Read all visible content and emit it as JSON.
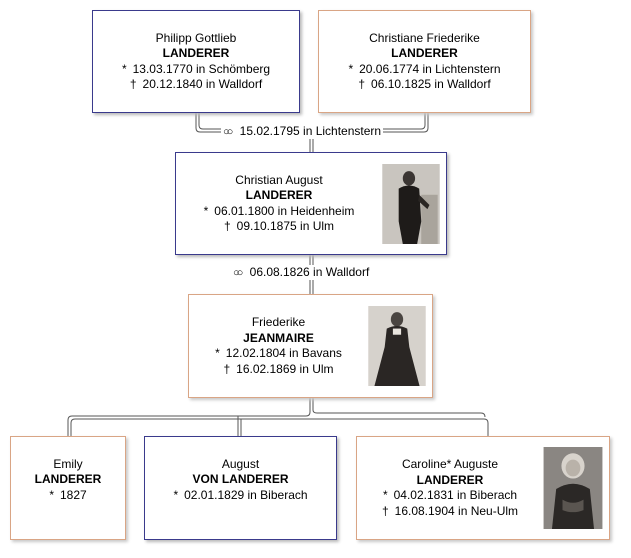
{
  "persons": {
    "philipp": {
      "given": "Philipp Gottlieb",
      "surname": "LANDERER",
      "birth": "13.03.1770 in Schömberg",
      "death": "20.12.1840 in Walldorf"
    },
    "christiane": {
      "given": "Christiane Friederike",
      "surname": "LANDERER",
      "birth": "20.06.1774 in Lichtenstern",
      "death": "06.10.1825 in Walldorf"
    },
    "christian": {
      "given": "Christian August",
      "surname": "LANDERER",
      "birth": "06.01.1800 in Heidenheim",
      "death": "09.10.1875 in Ulm"
    },
    "friederike": {
      "given": "Friederike",
      "surname": "JEANMAIRE",
      "birth": "12.02.1804 in Bavans",
      "death": "16.02.1869 in Ulm"
    },
    "emily": {
      "given": "Emily",
      "surname": "LANDERER",
      "birth": "1827"
    },
    "august": {
      "given": "August",
      "surname": "VON LANDERER",
      "birth": "02.01.1829 in Biberach"
    },
    "caroline": {
      "given": "Caroline* Auguste",
      "surname": "LANDERER",
      "birth": "04.02.1831 in Biberach",
      "death": "16.08.1904 in Neu-Ulm"
    }
  },
  "marriages": {
    "first": "15.02.1795 in Lichtenstern",
    "second": "06.08.1826 in Walldorf"
  },
  "symbols": {
    "birth": "*",
    "death": "†",
    "marriage": "oo"
  },
  "colors": {
    "male_border": "#3a3a8c",
    "female_border": "#d9a585",
    "line": "#555555"
  }
}
